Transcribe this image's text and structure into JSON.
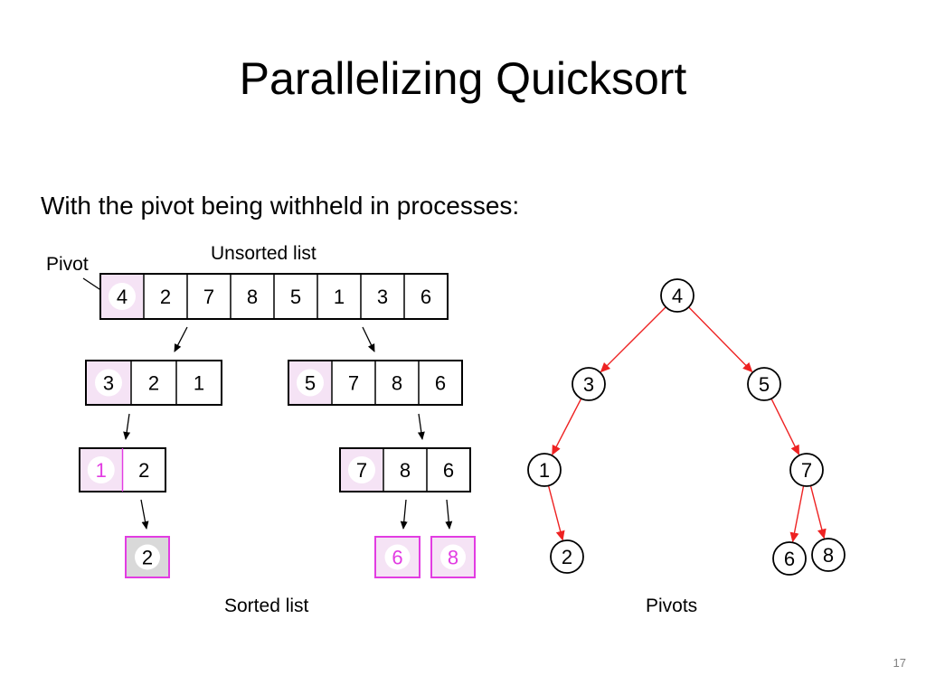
{
  "slide": {
    "title": "Parallelizing Quicksort",
    "subtitle": "With the pivot being withheld in processes:",
    "page_number": "17"
  },
  "diagram": {
    "labels": {
      "pivot": "Pivot",
      "unsorted": "Unsorted list",
      "sorted": "Sorted list",
      "pivots": "Pivots"
    },
    "lists": {
      "root": [
        "4",
        "2",
        "7",
        "8",
        "5",
        "1",
        "3",
        "6"
      ],
      "left": [
        "3",
        "2",
        "1"
      ],
      "right": [
        "5",
        "7",
        "8",
        "6"
      ],
      "left_left": [
        "1",
        "2"
      ],
      "right_right": [
        "7",
        "8",
        "6"
      ],
      "final_2": [
        "2"
      ],
      "final_6": [
        "6"
      ],
      "final_8": [
        "8"
      ]
    },
    "tree": {
      "nodes": [
        "4",
        "3",
        "5",
        "1",
        "7",
        "2",
        "6",
        "8"
      ],
      "edges": [
        [
          "4",
          "3"
        ],
        [
          "4",
          "5"
        ],
        [
          "3",
          "1"
        ],
        [
          "1",
          "2"
        ],
        [
          "5",
          "7"
        ],
        [
          "7",
          "6"
        ],
        [
          "7",
          "8"
        ]
      ]
    },
    "colors": {
      "pivot_highlight": "#f5e3f5",
      "magenta": "#e23ce2",
      "tree_edge": "#ee2222",
      "border": "#000000"
    }
  }
}
